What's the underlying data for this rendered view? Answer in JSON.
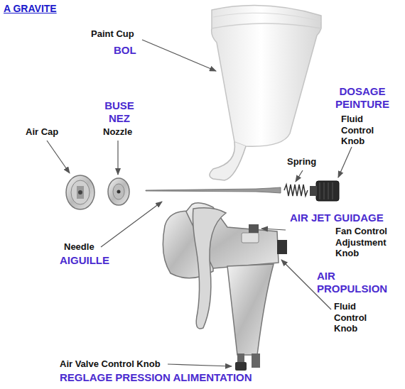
{
  "diagram": {
    "title": "A GRAVITE",
    "labels": [
      "Paint Cup",
      "BOL",
      "BUSE NEZ",
      "DOSAGE PEINTURE",
      "Fluid Control Knob",
      "Air Cap",
      "Nozzle",
      "Spring",
      "AIR JET GUIDAGE",
      "Fan Control Adjustment Knob",
      "Needle",
      "AIGUILLE",
      "AIR PROPULSION",
      "Fluid Control Knob",
      "Air Valve Control Knob",
      "REGLAGE PRESSION ALIMENTATION"
    ]
  }
}
